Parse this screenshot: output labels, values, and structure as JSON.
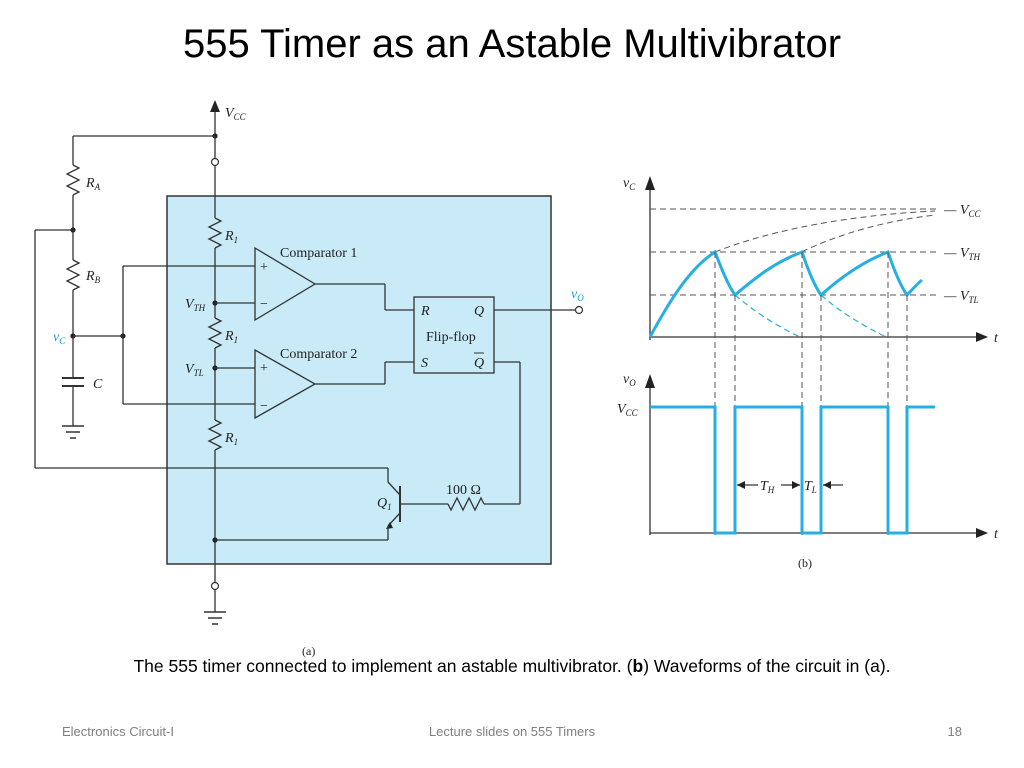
{
  "slide": {
    "title": "555 Timer as an Astable Multivibrator",
    "caption_pre": "The 555 timer connected to implement an astable multivibrator. (",
    "caption_bold": "b",
    "caption_post": ") Waveforms of the circuit in (a).",
    "footer_left": "Electronics Circuit-I",
    "footer_center": "Lecture slides on 555 Timers",
    "page_number": "18"
  },
  "circuit": {
    "vcc": "V",
    "vcc_sub": "CC",
    "ra": "R",
    "ra_sub": "A",
    "rb": "R",
    "rb_sub": "B",
    "vc": "v",
    "vc_sub": "C",
    "c": "C",
    "r1": "R",
    "r1_sub": "1",
    "comparator1": "Comparator 1",
    "comparator2": "Comparator 2",
    "vth": "V",
    "vth_sub": "TH",
    "vtl": "V",
    "vtl_sub": "TL",
    "plus": "+",
    "minus": "−",
    "flipflop": "Flip-flop",
    "ff_r": "R",
    "ff_q": "Q",
    "ff_s": "S",
    "ff_qbar": "Q",
    "vo": "v",
    "vo_sub": "O",
    "q1": "Q",
    "q1_sub": "1",
    "resistor_100": "100 Ω",
    "label_a": "(a)",
    "box_color": "#c9eaf7"
  },
  "waveforms": {
    "vc_axis": "v",
    "vc_axis_sub": "C",
    "vo_axis": "v",
    "vo_axis_sub": "O",
    "t": "t",
    "vcc": "V",
    "vcc_sub": "CC",
    "vth": "V",
    "vth_sub": "TH",
    "vtl": "V",
    "vtl_sub": "TL",
    "vo_vcc": "V",
    "vo_vcc_sub": "CC",
    "th": "T",
    "th_sub": "H",
    "tl": "T",
    "tl_sub": "L",
    "label_b": "(b)",
    "wave_color": "#27aee3"
  }
}
